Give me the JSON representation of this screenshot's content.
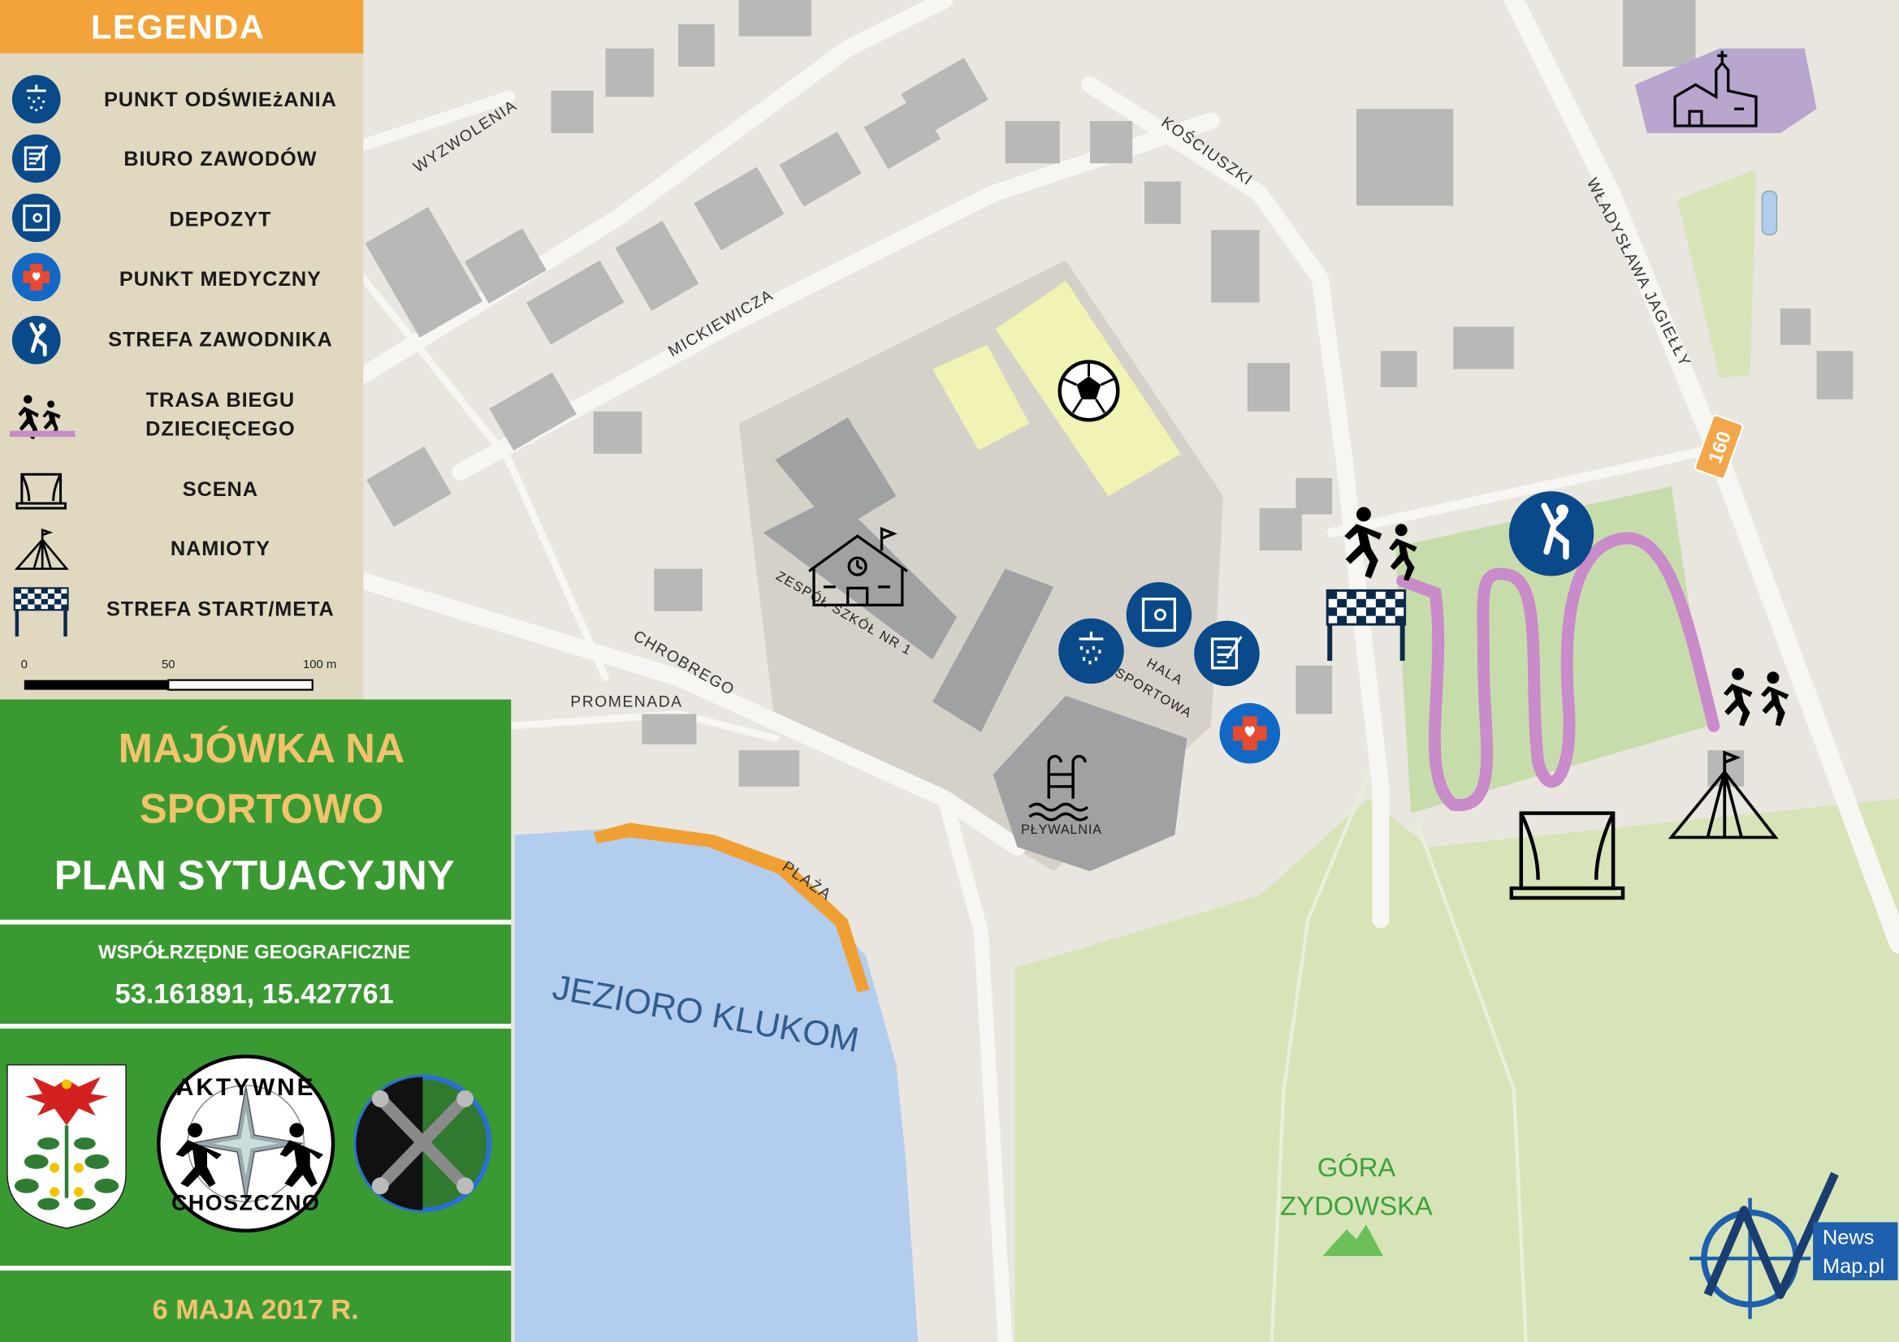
{
  "legend": {
    "title": "LEGENDA",
    "items": [
      {
        "icon": "shower-icon",
        "label": "PUNKT ODŚWIEżANIA"
      },
      {
        "icon": "notepad-icon",
        "label": "BIURO ZAWODÓW"
      },
      {
        "icon": "safe-icon",
        "label": "DEPOZYT"
      },
      {
        "icon": "medical-cross-icon",
        "label": "PUNKT MEDYCZNY"
      },
      {
        "icon": "athlete-icon",
        "label": "STREFA ZAWODNIKA"
      },
      {
        "icon": "children-running-icon",
        "label_lines": [
          "TRASA BIEGU",
          "DZIECIĘCEGO"
        ]
      },
      {
        "icon": "stage-icon",
        "label": "SCENA"
      },
      {
        "icon": "tent-icon",
        "label": "NAMIOTY"
      },
      {
        "icon": "start-finish-icon",
        "label": "STREFA START/META"
      }
    ],
    "scale": {
      "ticks": [
        "0",
        "50",
        "100 m"
      ]
    }
  },
  "info": {
    "event_line1": "MAJÓWKA NA",
    "event_line2": "SPORTOWO",
    "subtitle": "PLAN SYTUACYJNY",
    "coords_label": "WSPÓŁRZĘDNE GEOGRAFICZNE",
    "coords_value": "53.161891, 15.427761",
    "logos": [
      "coat-of-arms-icon",
      "aktywne-choszczno-logo",
      "crossed-cannons-logo"
    ],
    "logo_text_top": "AKTYWNE",
    "logo_text_bottom": "CHOSZCZNO",
    "date": "6 MAJA 2017 R."
  },
  "map": {
    "streets": [
      "WYZWOLENIA",
      "KOŚCIUSZKI",
      "MICKIEWICZA",
      "WŁADYSŁAWA JAGIEŁŁY",
      "CHROBREGO",
      "PROMENADA",
      "PLAŻA"
    ],
    "places": {
      "school": "ZESPÓŁ SZKÓŁ NR  1",
      "hall_line1": "HALA",
      "hall_line2": "SPORTOWA",
      "pool": "PŁYWALNIA",
      "lake": "JEZIORO KLUKOM",
      "hill_line1": "GÓRA",
      "hill_line2": "ZYDOWSKA"
    },
    "road_shield": "160",
    "colors": {
      "lake": "#b3cdef",
      "park": "#d6e4b8",
      "route": "#c98bc9",
      "panel_green": "#3a9a32",
      "legend_bg": "#e0d9c0",
      "legend_header": "#f2a33a",
      "church": "#b8a6cf"
    }
  },
  "brand": {
    "line1": "News",
    "line2": "Map.pl"
  }
}
